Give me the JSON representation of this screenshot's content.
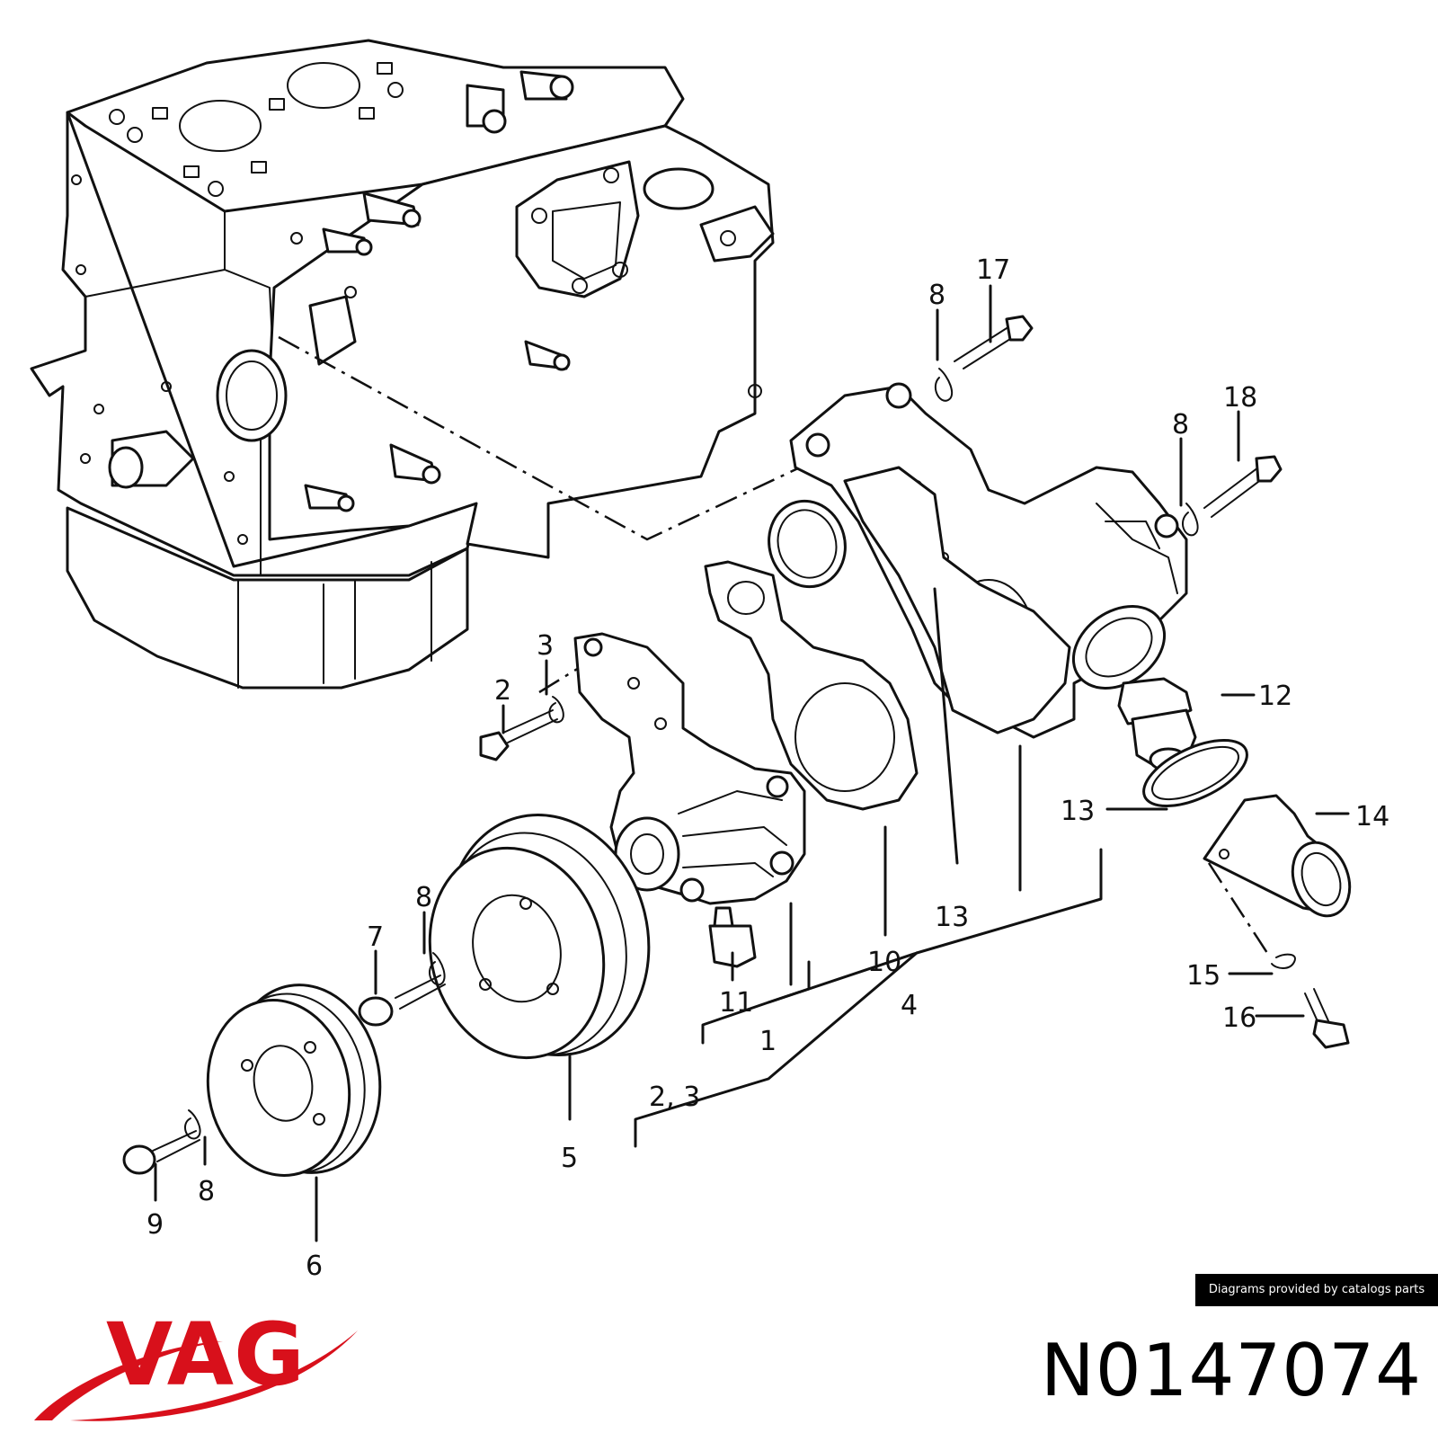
{
  "callouts": {
    "c1": "1",
    "c2": "2",
    "c2_3": "2, 3",
    "c3": "3",
    "c4": "4",
    "c5": "5",
    "c6": "6",
    "c7": "7",
    "c8a": "8",
    "c8b": "8",
    "c8c": "8",
    "c8d": "8",
    "c9": "9",
    "c10": "10",
    "c11": "11",
    "c12": "12",
    "c13a": "13",
    "c13b": "13",
    "c14": "14",
    "c15": "15",
    "c16": "16",
    "c17": "17",
    "c18": "18"
  },
  "credit": "Diagrams provided by catalogs parts",
  "brand": {
    "logo_text": "VAG",
    "color": "#d8101b"
  },
  "part_number": "N0147074"
}
